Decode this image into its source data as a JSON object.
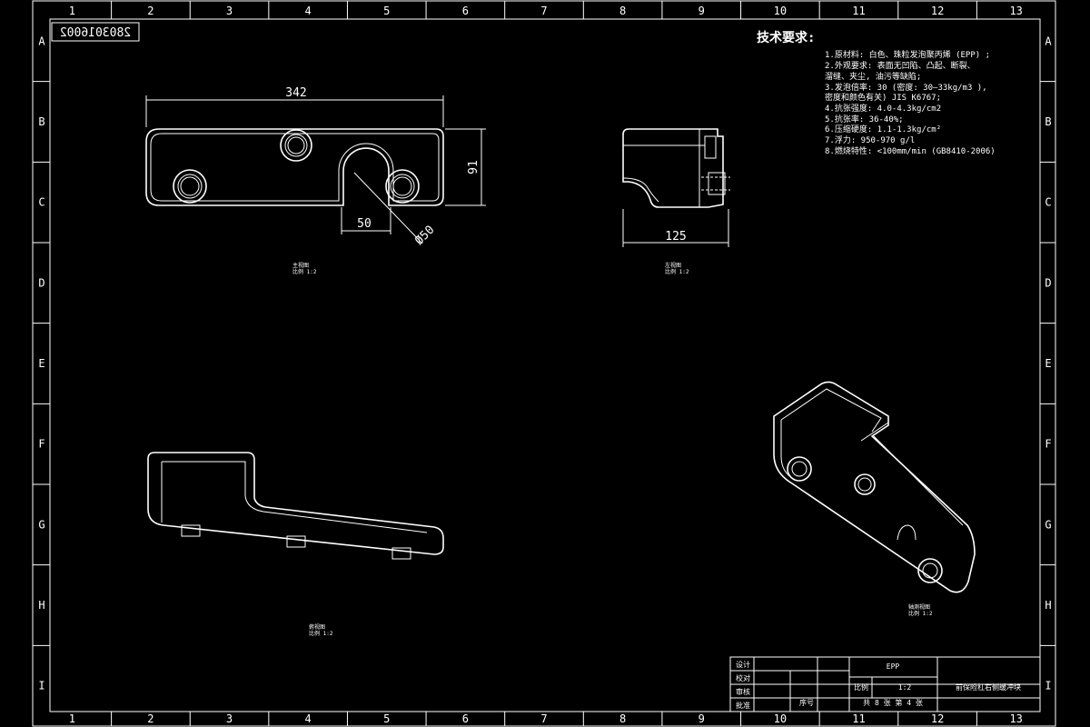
{
  "sheet": {
    "col_labels": [
      "1",
      "2",
      "3",
      "4",
      "5",
      "6",
      "7",
      "8",
      "9",
      "10",
      "11",
      "12",
      "13"
    ],
    "row_labels": [
      "A",
      "B",
      "C",
      "D",
      "E",
      "F",
      "G",
      "H",
      "I"
    ],
    "drawing_number_mirrored": "2803016002"
  },
  "tech_requirements": {
    "title": "技术要求:",
    "items": [
      "1.原材料: 白色、珠粒发泡聚丙烯 (EPP) ;",
      "2.外观要求: 表面无凹陷、凸起、断裂、",
      "  溜缝、夹尘, 油污等缺陷;",
      "3.发泡倍率: 30 (密度: 30—33kg/m3 ),",
      "密度和颜色有关) JIS K6767;",
      "4.抗张强度: 4.0-4.3kg/cm2",
      "5.抗张率: 36-40%;",
      "6.压缩硬度: 1.1-1.3kg/cm²",
      "7.浮力: 950-970 g/l",
      "8.燃烧特性: <100mm/min (GB8410-2006)"
    ]
  },
  "views": {
    "front": {
      "dim_width": "342",
      "dim_height": "91",
      "dim_slot": "50",
      "dim_diameter": "Ø50",
      "label_line1": "主视图",
      "label_line2": "比例 1:2"
    },
    "side": {
      "dim_width": "125",
      "label_line1": "左视图",
      "label_line2": "比例 1:2"
    },
    "top": {
      "label_line1": "俯视图",
      "label_line2": "比例 1:2"
    },
    "iso": {
      "label_line1": "轴测视图",
      "label_line2": "比例 1:2"
    }
  },
  "title_block": {
    "design": "设计",
    "proofread": "校对",
    "review": "审核",
    "approve": "批准",
    "material": "EPP",
    "scale_label": "比例",
    "scale_value": "1:2",
    "part_name": "前保险杠右侧缓冲块",
    "sheet_info": "共 8 张  第 4 张",
    "seq_label": "序号"
  }
}
